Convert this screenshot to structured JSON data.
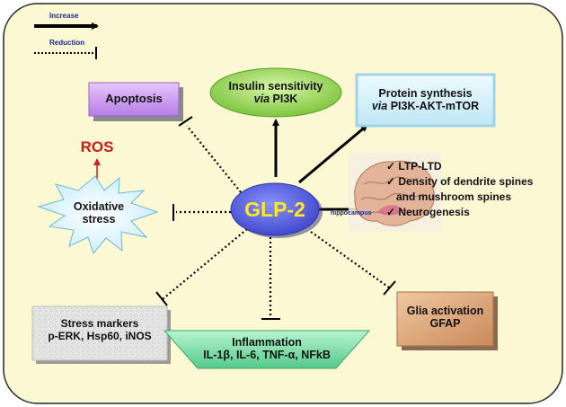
{
  "legend": {
    "increase": "Increase",
    "reduction": "Reduction"
  },
  "center": "GLP-2",
  "nodes": {
    "insulin": {
      "line1": "Insulin sensitivity",
      "via": "via",
      "rest": " PI3K"
    },
    "protein": {
      "line1": "Protein synthesis",
      "via": "via",
      "rest": " PI3K-AKT-mTOR"
    },
    "apoptosis": "Apoptosis",
    "ros": "ROS",
    "oxidative": {
      "line1": "Oxidative",
      "line2": "stress"
    },
    "hippocampus": "hippocampus",
    "brain_effects": [
      "LTP-LTD",
      "Density of dendrite spines",
      "and mushroom spines",
      "Neurogenesis"
    ],
    "stress_markers": {
      "line1": "Stress markers",
      "line2": "p-ERK, Hsp60, iNOS"
    },
    "inflammation": {
      "line1": "Inflammation",
      "line2": "IL-1β, IL-6, TNF-α, NFkB"
    },
    "glia": {
      "line1": "Glia activation",
      "line2": "GFAP"
    }
  },
  "colors": {
    "background": "#fbf8d3",
    "insulin": "#9bd85c",
    "protein": "#d8f1fb",
    "apoptosis": "#d6a7f2",
    "center": "#5a62e8",
    "center_text": "#ffe91f",
    "ros": "#e01a1a",
    "inflammation": "#7fe0a8",
    "glia": "#e0ae86"
  }
}
